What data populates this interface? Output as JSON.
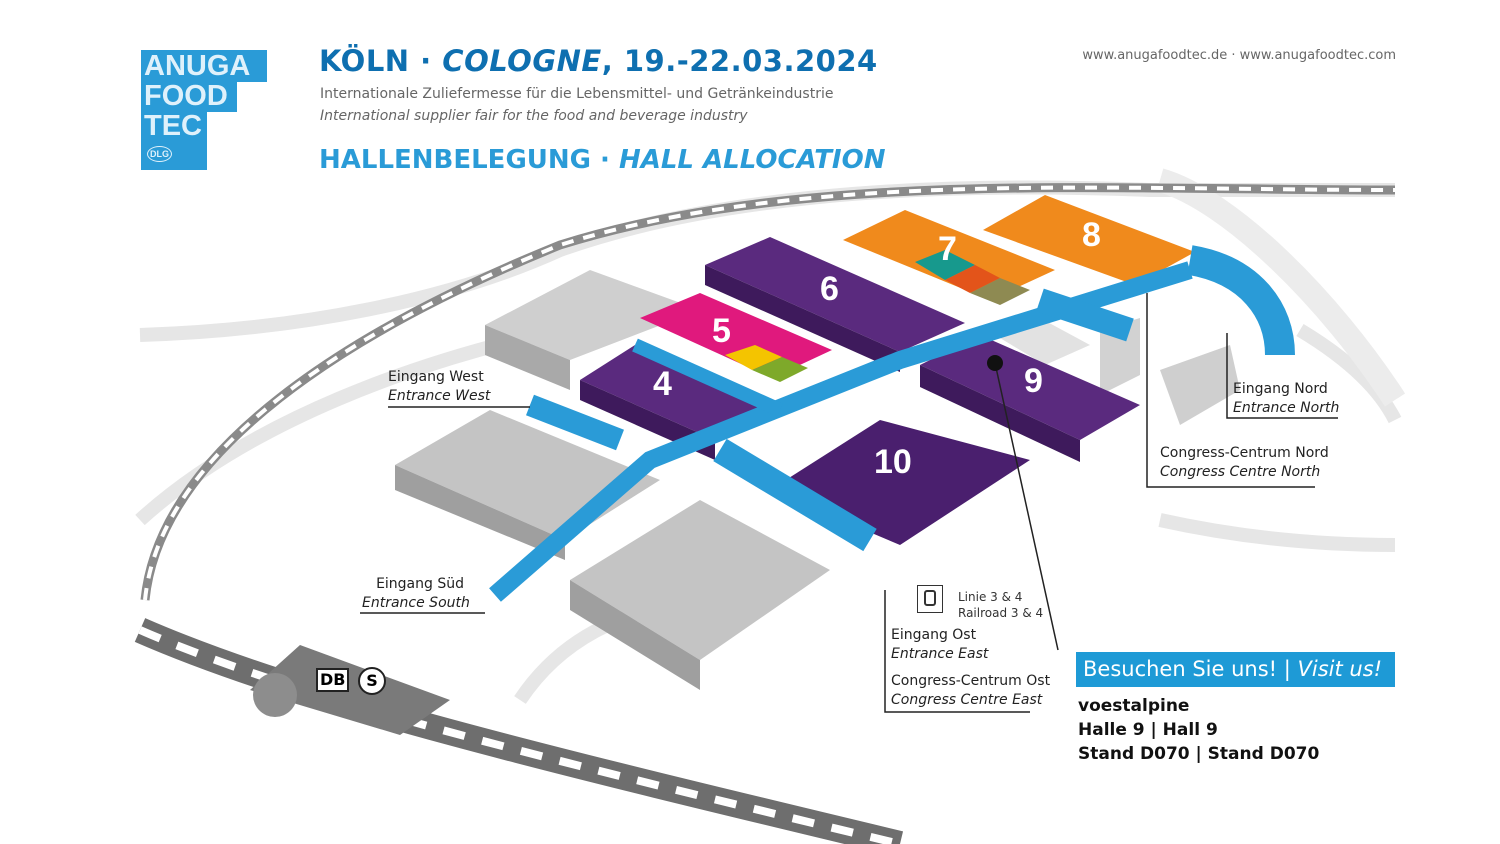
{
  "logo": {
    "lines": [
      "ANUGA",
      "FOOD",
      "TEC"
    ],
    "badge": "DLG"
  },
  "header": {
    "city_de": "KÖLN",
    "sep": " · ",
    "city_en": "COLOGNE",
    "dates": ", 19.-22.03.2024",
    "subtitle_de": "Internationale Zuliefermesse für die Lebensmittel- und Getränkeindustrie",
    "subtitle_en": "International supplier fair for the food and beverage industry",
    "section_de": "HALLENBELEGUNG",
    "section_en": "HALL ALLOCATION",
    "url": "www.anugafoodtec.de · www.anugafoodtec.com"
  },
  "halls": [
    {
      "number": "4",
      "color": "#5a2a7e"
    },
    {
      "number": "5",
      "color": "#e0197d"
    },
    {
      "number": "6",
      "color": "#5a2a7e"
    },
    {
      "number": "7",
      "color": "#f08a1c"
    },
    {
      "number": "8",
      "color": "#f08a1c"
    },
    {
      "number": "9",
      "color": "#5a2a7e"
    },
    {
      "number": "10",
      "color": "#4a1f6e"
    }
  ],
  "entrances": {
    "west": {
      "de": "Eingang West",
      "en": "Entrance West"
    },
    "south": {
      "de": "Eingang Süd",
      "en": "Entrance South"
    },
    "east": {
      "de": "Eingang Ost",
      "en": "Entrance East"
    },
    "north": {
      "de": "Eingang Nord",
      "en": "Entrance North"
    },
    "cc_east": {
      "de": "Congress-Centrum Ost",
      "en": "Congress Centre East"
    },
    "cc_north": {
      "de": "Congress-Centrum Nord",
      "en": "Congress Centre North"
    }
  },
  "tram": {
    "de": "Linie 3 & 4",
    "en": "Railroad 3 & 4"
  },
  "station": {
    "db": "DB",
    "s": "S"
  },
  "visit": {
    "de": "Besuchen Sie uns!",
    "sep": " | ",
    "en": "Visit us!"
  },
  "stand": {
    "company": "voestalpine",
    "hall": "Halle 9 | Hall 9",
    "stand": "Stand D070 | Stand D070"
  },
  "colors": {
    "corridor": "#2a9bd7",
    "gray_hall": "#bdbdbd",
    "accent": "#1e9ad6"
  }
}
